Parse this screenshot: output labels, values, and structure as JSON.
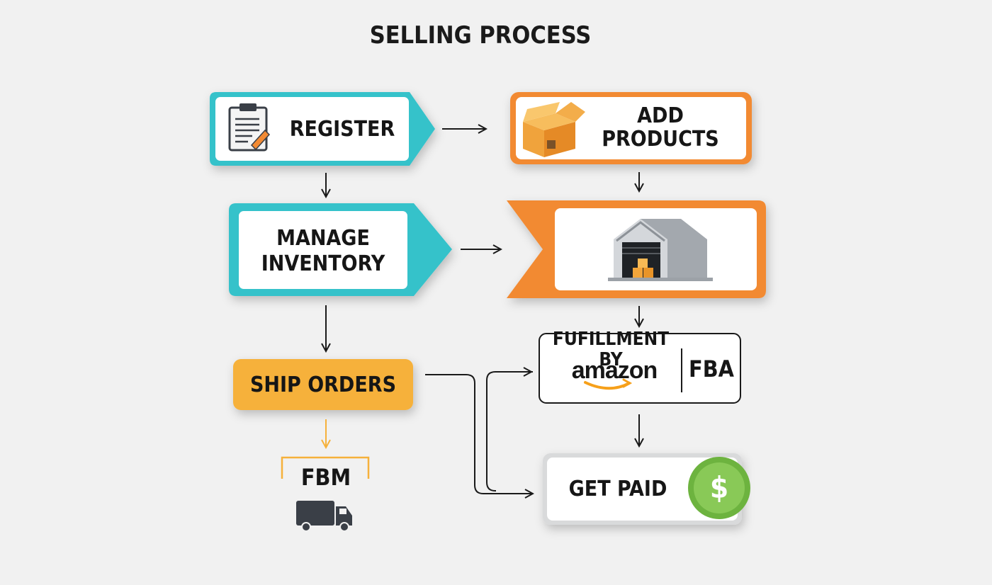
{
  "title": "SELLING PROCESS",
  "nodes": {
    "register": {
      "label": "REGISTER",
      "color": "#36c2ca"
    },
    "add_products": {
      "label": "ADD PRODUCTS",
      "color": "#f28a33"
    },
    "manage_inventory": {
      "label_line1": "MANAGE",
      "label_line2": "INVENTORY",
      "color": "#36c2ca"
    },
    "warehouse": {
      "color": "#f28a33"
    },
    "ship_orders": {
      "label": "SHIP ORDERS",
      "color": "#f6b13b"
    },
    "fulfillment": {
      "label": "FUFILLMENT BY",
      "brand": "amazon",
      "abbr": "FBA"
    },
    "get_paid": {
      "label": "GET PAID",
      "symbol": "$",
      "symbol_color": "#6db33f"
    },
    "fbm": {
      "label": "FBM",
      "color": "#f6b13b"
    }
  },
  "icons": [
    "clipboard-icon",
    "box-icon",
    "warehouse-icon",
    "dollar-coin-icon",
    "truck-icon"
  ]
}
